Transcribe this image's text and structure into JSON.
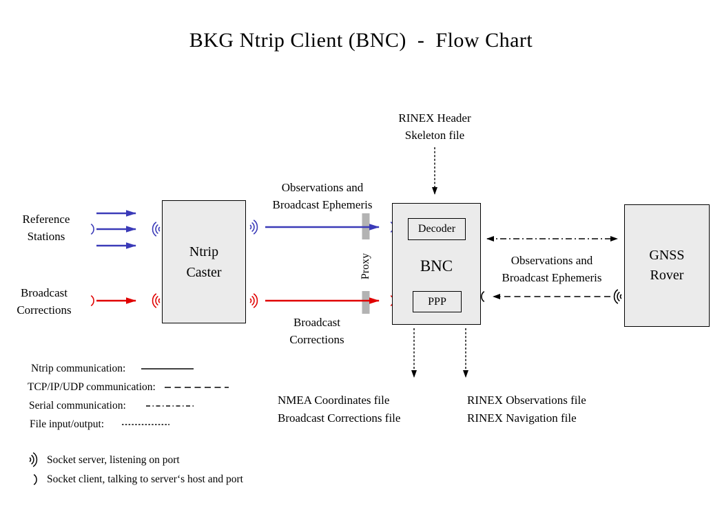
{
  "title": "BKG Ntrip Client (BNC)  -  Flow Chart",
  "colors": {
    "blue": "#3a3ab8",
    "red": "#e00000",
    "ink": "#000000",
    "box_fill": "#ebebeb",
    "proxy_gray": "#b3b3b3",
    "bg": "#ffffff"
  },
  "nodes": {
    "ntrip_caster": "Ntrip\nCaster",
    "bnc": "BNC",
    "decoder": "Decoder",
    "ppp": "PPP",
    "gnss_rover": "GNSS\nRover",
    "proxy": "Proxy"
  },
  "labels": {
    "reference_stations": "Reference\nStations",
    "broadcast_corrections_left": "Broadcast\nCorrections",
    "observations_top": "Observations and\nBroadcast Ephemeris",
    "broadcast_corrections_mid": "Broadcast\nCorrections",
    "rinex_header_skeleton": "RINEX Header\nSkeleton file",
    "observations_right": "Observations and\nBroadcast Ephemeris",
    "nmea_outputs": "NMEA Coordinates file\nBroadcast Corrections file",
    "rinex_outputs": "RINEX Observations file\nRINEX Navigation file"
  },
  "legend": {
    "ntrip": "Ntrip communication:",
    "tcp": "TCP/IP/UDP communication:",
    "serial": "Serial communication:",
    "file": "File input/output:",
    "socket_server": "Socket server, listening on port",
    "socket_client": "Socket client, talking to server‘s host and port"
  }
}
